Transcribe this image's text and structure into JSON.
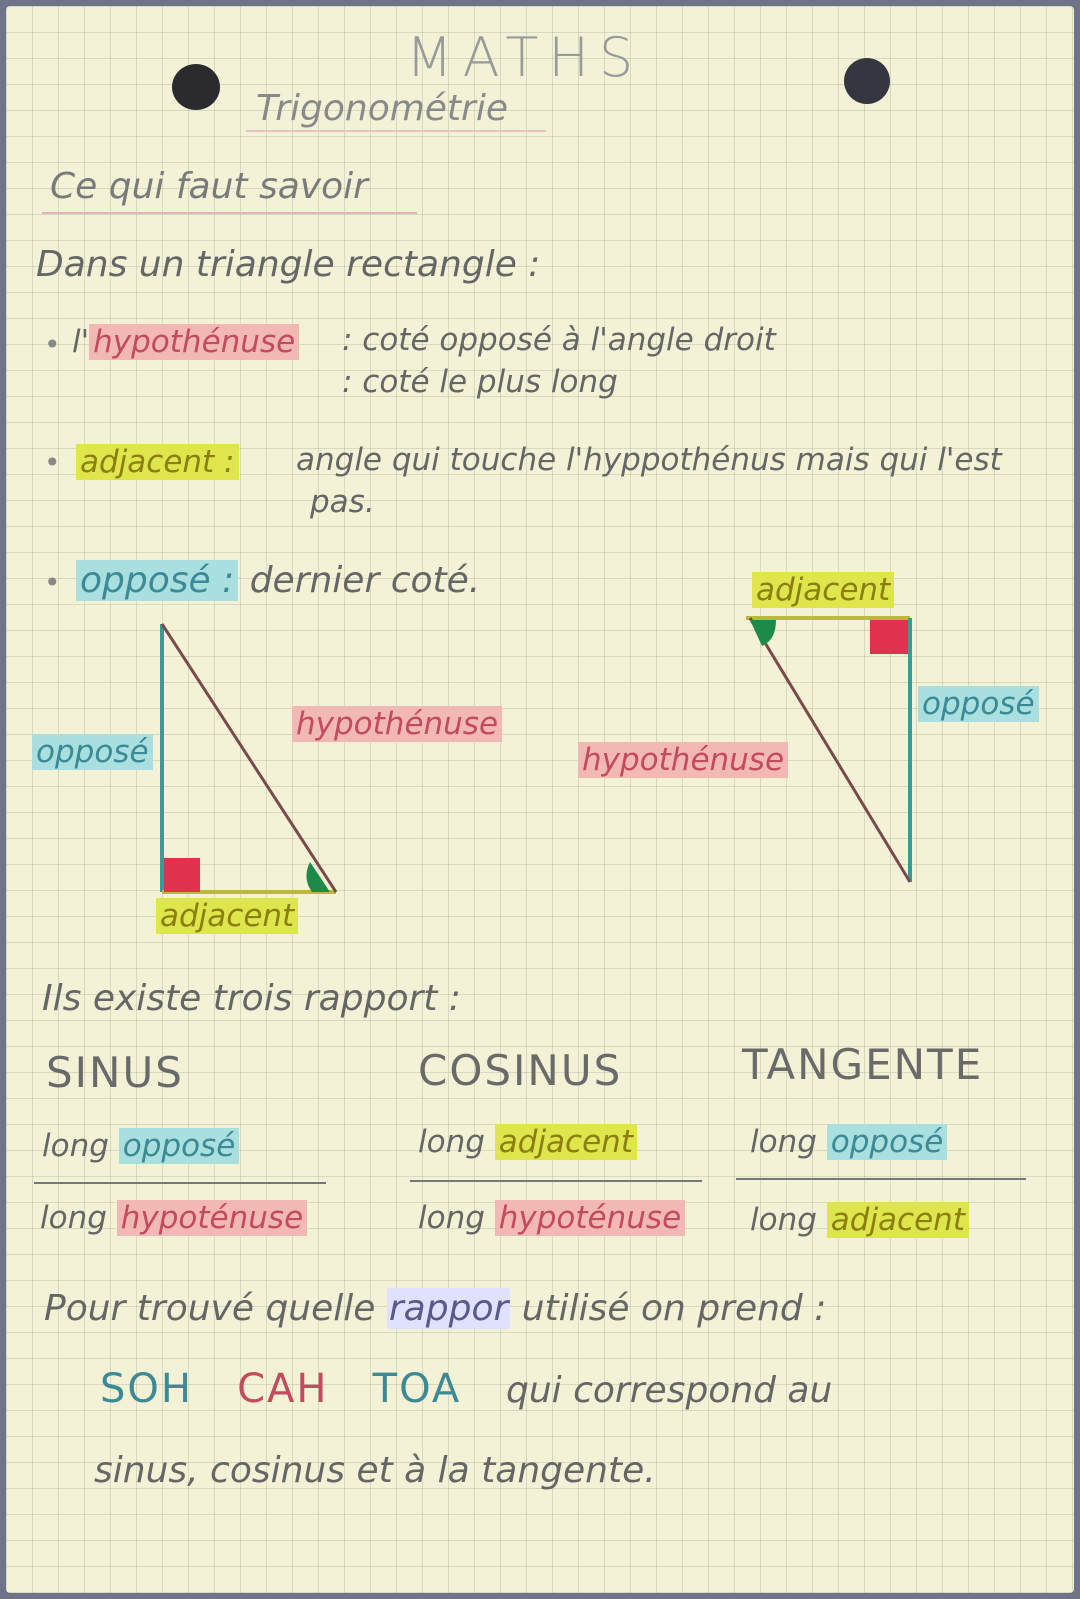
{
  "header": {
    "title": "MATHS",
    "subtitle": "Trigonométrie"
  },
  "section_title": "Ce qui faut savoir",
  "intro": "Dans un triangle rectangle :",
  "definitions": {
    "hyp_prefix": "l'",
    "hyp_term": "hypothénuse",
    "hyp_line1": ": coté opposé à l'angle droit",
    "hyp_line2": ": coté le plus long",
    "adj_term": "adjacent :",
    "adj_text": "angle qui touche l'hyppothénus mais qui l'est",
    "adj_text2": "pas.",
    "opp_term": "opposé :",
    "opp_text": "dernier coté."
  },
  "triangle_left": {
    "opp": "opposé",
    "hyp": "hypothénuse",
    "adj": "adjacent"
  },
  "triangle_right": {
    "adj": "adjacent",
    "opp": "opposé",
    "hyp": "hypothénuse"
  },
  "ratios_intro": "Ils existe trois rapport :",
  "ratios": {
    "sin": {
      "name": "SINUS",
      "num_prefix": "long",
      "num_term": "opposé",
      "den_prefix": "long",
      "den_term": "hypoténuse"
    },
    "cos": {
      "name": "COSINUS",
      "num_prefix": "long",
      "num_term": "adjacent",
      "den_prefix": "long",
      "den_term": "hypoténuse"
    },
    "tan": {
      "name": "TANGENTE",
      "num_prefix": "long",
      "num_term": "opposé",
      "den_prefix": "long",
      "den_term": "adjacent"
    }
  },
  "method": {
    "line1_a": "Pour trouvé quelle",
    "line1_hl": "rappor",
    "line1_b": "utilisé on prend :",
    "soh": "SOH",
    "cah": "CAH",
    "toa": "TOA",
    "line2_tail": "qui correspond au",
    "line3": "sinus, cosinus et à la tangente."
  },
  "colors": {
    "pink": "#f2b9b4",
    "yellow": "#dfe64c",
    "blue": "#a9e0df",
    "right_angle": "#e0314f",
    "angle_marker": "#1e8a4a"
  }
}
